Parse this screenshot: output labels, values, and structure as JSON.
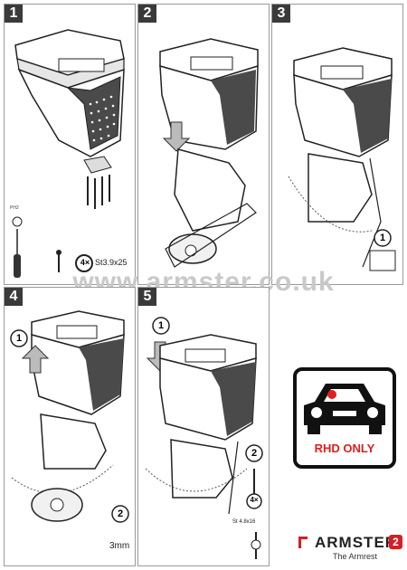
{
  "steps": [
    {
      "number": "1"
    },
    {
      "number": "2"
    },
    {
      "number": "3"
    },
    {
      "number": "4"
    },
    {
      "number": "5"
    }
  ],
  "step1": {
    "screwdriver_label": "PH2",
    "screw_count": "4×",
    "screw_spec": "St3.9x25"
  },
  "step3": {
    "callout": "1"
  },
  "step4": {
    "callout_1": "1",
    "callout_2": "2",
    "drill_size": "3mm"
  },
  "step5": {
    "callout_1": "1",
    "callout_2": "2",
    "screw_count": "4×",
    "screw_spec": "St 4.8x16"
  },
  "watermark": "www.armster.co.uk",
  "rhd_badge": {
    "label": "RHD ONLY",
    "car_color": "#111111",
    "dot_color": "#e0201b"
  },
  "brand": {
    "name": "ARMSTER",
    "model_number": "2",
    "tagline": "The Armrest",
    "accent": "#d31f26"
  }
}
